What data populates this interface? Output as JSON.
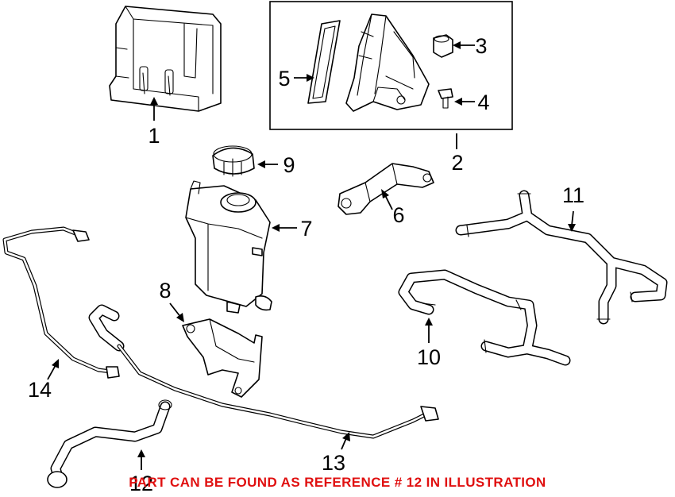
{
  "diagram": {
    "callouts": [
      {
        "id": "c1",
        "label": "1"
      },
      {
        "id": "c2",
        "label": "2"
      },
      {
        "id": "c3",
        "label": "3"
      },
      {
        "id": "c4",
        "label": "4"
      },
      {
        "id": "c5",
        "label": "5"
      },
      {
        "id": "c6",
        "label": "6"
      },
      {
        "id": "c7",
        "label": "7"
      },
      {
        "id": "c8",
        "label": "8"
      },
      {
        "id": "c9",
        "label": "9"
      },
      {
        "id": "c10",
        "label": "10"
      },
      {
        "id": "c11",
        "label": "11"
      },
      {
        "id": "c12",
        "label": "12"
      },
      {
        "id": "c13",
        "label": "13"
      },
      {
        "id": "c14",
        "label": "14"
      }
    ]
  },
  "note": {
    "text": "PART CAN BE FOUND AS REFERENCE # 12 IN ILLUSTRATION",
    "color": "#e01010"
  }
}
